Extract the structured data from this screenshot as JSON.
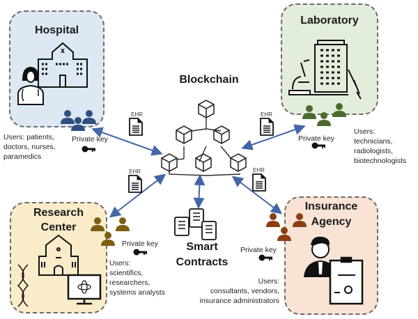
{
  "title": "Blockchain",
  "doc_label": "EHR",
  "private_key_label": "Private key",
  "smart_contracts": {
    "line1": "Smart",
    "line2": "Contracts"
  },
  "nodes": {
    "hospital": {
      "title": "Hospital",
      "users": [
        "Users: patients,",
        "doctors, nurses,",
        "paramedics"
      ],
      "bg": "#dde8f4",
      "people_color": "#2e4f80"
    },
    "laboratory": {
      "title": "Laboratory",
      "users": [
        "Users:",
        "technicians,",
        "radiologists,",
        "biotechnologists"
      ],
      "bg": "#e2eddb",
      "people_color": "#4b6b2d"
    },
    "research": {
      "title_line1": "Research",
      "title_line2": "Center",
      "users": [
        "Users:",
        "scientifics,",
        "researchers,",
        "systems analysts"
      ],
      "bg": "#faecc9",
      "people_color": "#7c5e12"
    },
    "insurance": {
      "title_line1": "Insurance",
      "title_line2": "Agency",
      "users": [
        "Users:",
        "consultants, vendors,",
        "insurance administrators"
      ],
      "bg": "#f8e3d5",
      "people_color": "#8a3e14"
    }
  },
  "colors": {
    "arrow": "#4466a8",
    "ink": "#1f1f1f"
  }
}
